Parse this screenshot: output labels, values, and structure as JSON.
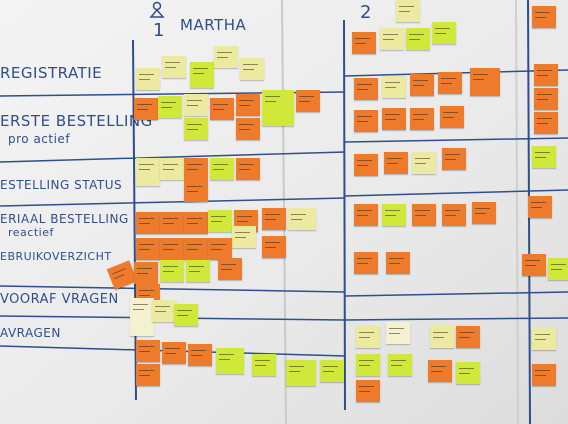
{
  "board": {
    "row_labels": [
      "REGISTRATIE",
      "ERSTE BESTELLING",
      "pro actief",
      "ESTELLING STATUS",
      "ERIAAL BESTELLING",
      "reactief",
      "EBRUIKOVERZICHT",
      "VOORAF VRAGEN",
      "AVRAGEN"
    ],
    "columns": [
      {
        "number": "1",
        "name": "MARTHA"
      },
      {
        "number": "2",
        "name": ""
      }
    ]
  },
  "colors": {
    "orange": "#ee7a2c",
    "yellow": "#ece9a0",
    "green": "#cfe83a",
    "pale": "#f3f1cf",
    "marker": "#2f4f8a"
  }
}
